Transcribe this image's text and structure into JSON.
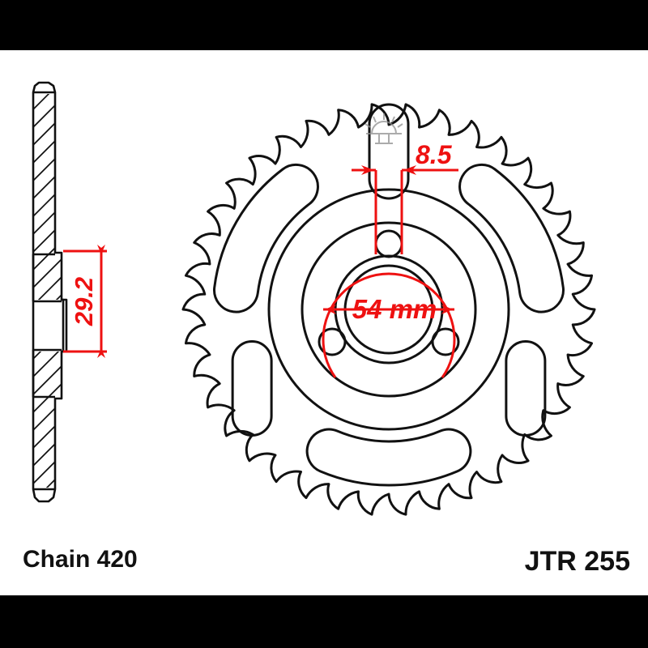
{
  "page": {
    "background": "#ffffff",
    "letterbox_color": "#000000",
    "line_color": "#111111",
    "dimension_color": "#ee1111"
  },
  "captions": {
    "chain": "Chain 420",
    "part_number": "JTR 255"
  },
  "dimensions": {
    "bolt_circle": "54 mm",
    "bolt_hole": "8.5",
    "thickness": "29.2"
  },
  "views": {
    "section_view_name": "side-section-view",
    "face_view_name": "sprocket-face-view"
  },
  "watermark": {
    "icon": "sunrise-icon"
  },
  "sprocket": {
    "teeth": 38,
    "bolt_holes": 3,
    "kidney_slots": 3,
    "oval_slots": 3
  }
}
